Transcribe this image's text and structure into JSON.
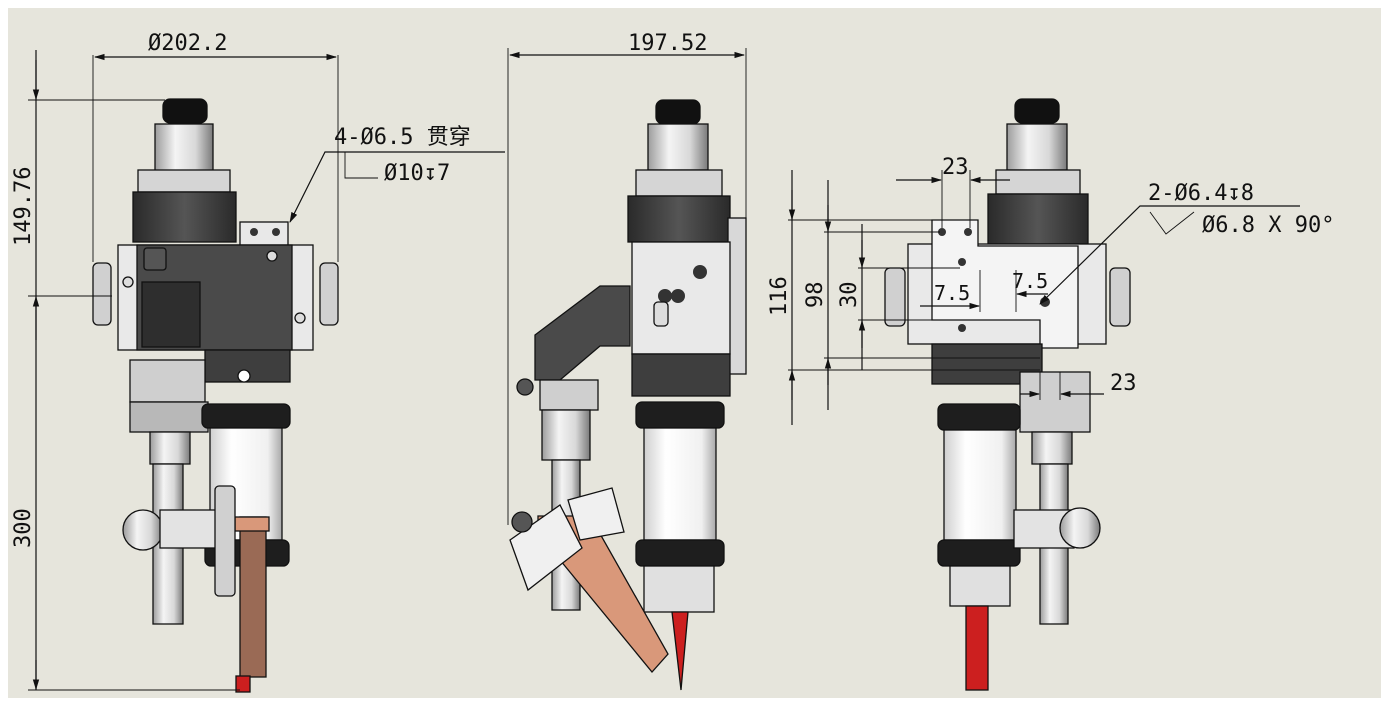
{
  "views": {
    "front": {
      "dims": {
        "top_width": "Ø202.2",
        "upper_height": "149.76",
        "lower_height": "300",
        "hole_callout_line1": "4-Ø6.5 贯穿",
        "hole_callout_line2": "Ø10↧7"
      }
    },
    "side": {
      "dims": {
        "top_width": "197.52"
      }
    },
    "back": {
      "dims": {
        "top_span": "23",
        "hole_callout_line1": "2-Ø6.4↧8",
        "hole_callout_line2": "Ø6.8 X 90°",
        "height_116": "116",
        "height_98": "98",
        "height_30": "30",
        "offset_left": "7.5",
        "offset_right": "7.5",
        "bottom_span": "23"
      }
    }
  },
  "colors": {
    "background": "#e6e5dc",
    "frame": "#ffffff",
    "dark_block": "#4a4a4a",
    "plate": "#e9e9e9",
    "copper": "#d9987a",
    "red_nozzle": "#cc1f1f",
    "tube": "#f6f6f6"
  }
}
